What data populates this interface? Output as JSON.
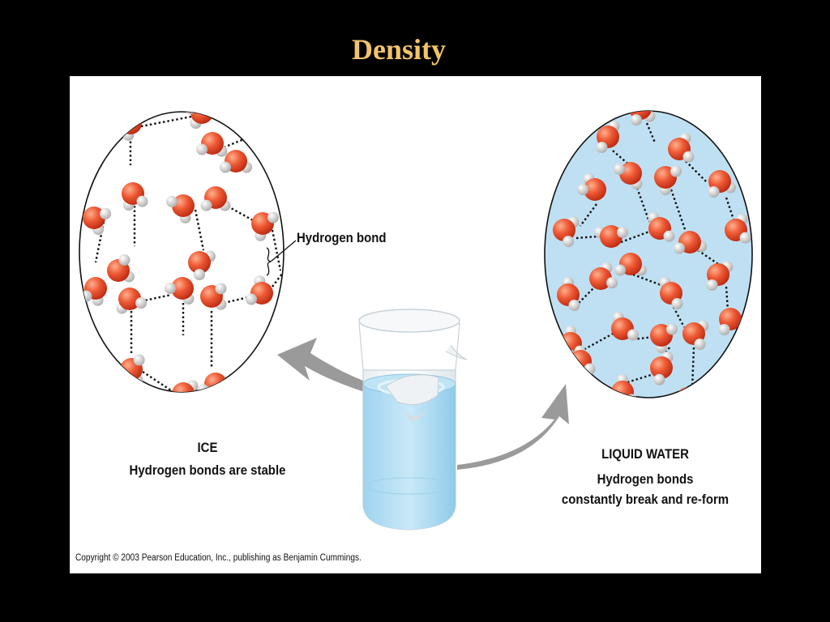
{
  "title": "Density",
  "ice": {
    "label": "ICE",
    "sublabel": "Hydrogen bonds are stable"
  },
  "water": {
    "label": "LIQUID WATER",
    "sublabel_line1": "Hydrogen bonds",
    "sublabel_line2": "constantly break and re-form"
  },
  "annotation": {
    "hydrogen_bond": "Hydrogen bond"
  },
  "copyright": "Copyright © 2003 Pearson Education, Inc., publishing as Benjamin Cummings.",
  "colors": {
    "title": "#f2c46a",
    "oxygen": "#e8452a",
    "hydrogen": "#e6e6e6",
    "water_fill": "#bfe0f3",
    "arrow": "#9a9a9a"
  }
}
